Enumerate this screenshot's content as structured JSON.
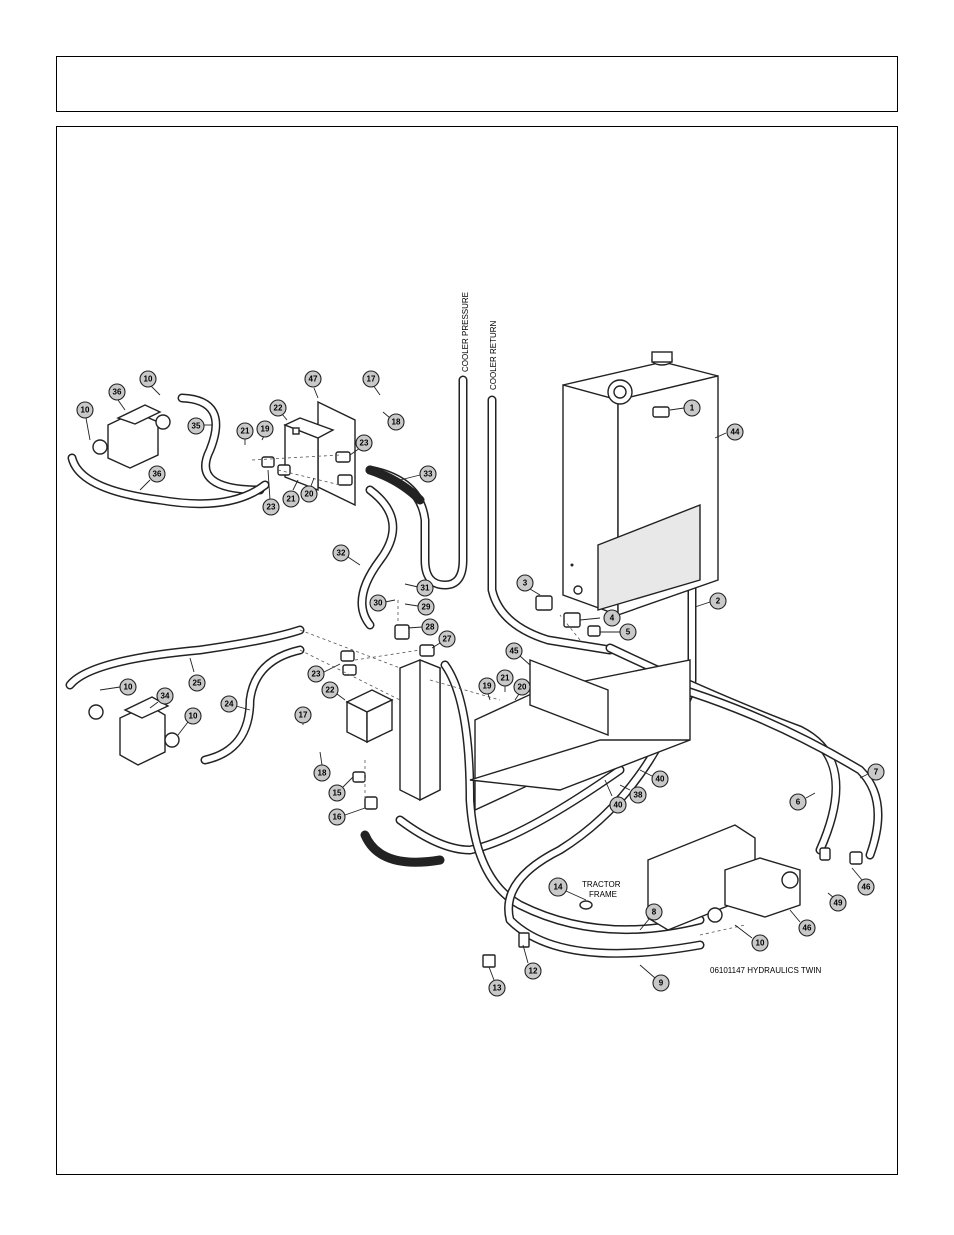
{
  "header": {
    "title": ""
  },
  "labels": {
    "cooler_pressure": "COOLER PRESSURE",
    "cooler_return": "COOLER RETURN",
    "tractor_frame_line1": "TRACTOR",
    "tractor_frame_line2": "FRAME",
    "drawing_id": "06101147 HYDRAULICS TWIN"
  },
  "callouts": [
    {
      "id": "c1",
      "label": "1"
    },
    {
      "id": "c2",
      "label": "2"
    },
    {
      "id": "c3",
      "label": "3"
    },
    {
      "id": "c4",
      "label": "4"
    },
    {
      "id": "c5",
      "label": "5"
    },
    {
      "id": "c6",
      "label": "6"
    },
    {
      "id": "c7",
      "label": "7"
    },
    {
      "id": "c8",
      "label": "8"
    },
    {
      "id": "c9",
      "label": "9"
    },
    {
      "id": "c10a",
      "label": "10"
    },
    {
      "id": "c10b",
      "label": "10"
    },
    {
      "id": "c10c",
      "label": "10"
    },
    {
      "id": "c10d",
      "label": "10"
    },
    {
      "id": "c10e",
      "label": "10"
    },
    {
      "id": "c12",
      "label": "12"
    },
    {
      "id": "c13",
      "label": "13"
    },
    {
      "id": "c14",
      "label": "14"
    },
    {
      "id": "c15",
      "label": "15"
    },
    {
      "id": "c16",
      "label": "16"
    },
    {
      "id": "c17a",
      "label": "17"
    },
    {
      "id": "c17b",
      "label": "17"
    },
    {
      "id": "c18a",
      "label": "18"
    },
    {
      "id": "c18b",
      "label": "18"
    },
    {
      "id": "c19a",
      "label": "19"
    },
    {
      "id": "c19b",
      "label": "19"
    },
    {
      "id": "c20a",
      "label": "20"
    },
    {
      "id": "c20b",
      "label": "20"
    },
    {
      "id": "c21a",
      "label": "21"
    },
    {
      "id": "c21b",
      "label": "21"
    },
    {
      "id": "c21c",
      "label": "21"
    },
    {
      "id": "c22a",
      "label": "22"
    },
    {
      "id": "c22b",
      "label": "22"
    },
    {
      "id": "c23a",
      "label": "23"
    },
    {
      "id": "c23b",
      "label": "23"
    },
    {
      "id": "c23c",
      "label": "23"
    },
    {
      "id": "c24",
      "label": "24"
    },
    {
      "id": "c25",
      "label": "25"
    },
    {
      "id": "c27",
      "label": "27"
    },
    {
      "id": "c28",
      "label": "28"
    },
    {
      "id": "c29",
      "label": "29"
    },
    {
      "id": "c30",
      "label": "30"
    },
    {
      "id": "c31",
      "label": "31"
    },
    {
      "id": "c32",
      "label": "32"
    },
    {
      "id": "c33",
      "label": "33"
    },
    {
      "id": "c34",
      "label": "34"
    },
    {
      "id": "c35",
      "label": "35"
    },
    {
      "id": "c36a",
      "label": "36"
    },
    {
      "id": "c36b",
      "label": "36"
    },
    {
      "id": "c38",
      "label": "38"
    },
    {
      "id": "c40a",
      "label": "40"
    },
    {
      "id": "c40b",
      "label": "40"
    },
    {
      "id": "c44",
      "label": "44"
    },
    {
      "id": "c45",
      "label": "45"
    },
    {
      "id": "c46a",
      "label": "46"
    },
    {
      "id": "c46b",
      "label": "46"
    },
    {
      "id": "c47",
      "label": "47"
    },
    {
      "id": "c49",
      "label": "49"
    }
  ]
}
